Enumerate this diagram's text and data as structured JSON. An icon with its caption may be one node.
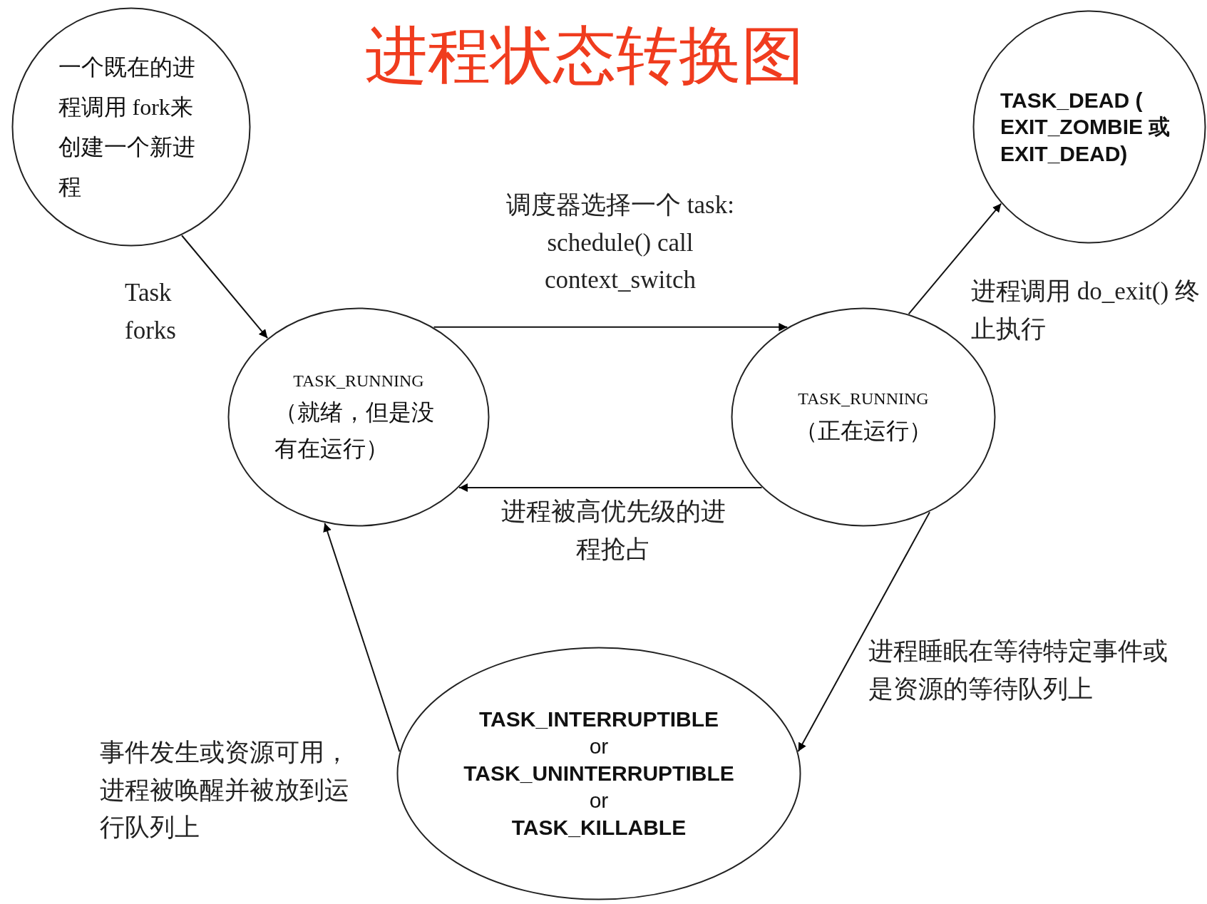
{
  "diagram": {
    "title": "进程状态转换图",
    "nodes": [
      {
        "text": [
          "一个既在的进程调用 fork来创建一个新进程"
        ]
      },
      {
        "text": [
          "TASK_RUNNING",
          "（就绪，但是没有在运行）"
        ]
      },
      {
        "text": [
          "TASK_RUNNING",
          "（正在运行）"
        ]
      },
      {
        "text": [
          "TASK_DEAD ( EXIT_ZOMBIE 或EXIT_DEAD)"
        ]
      },
      {
        "text": [
          "**TASK_INTERRUPTIBLE** or **TASK_UNINTERRUPTIBLE** or **TASK_KILLABLE**"
        ]
      }
    ],
    "edges": [
      {
        "from": 0,
        "to": 1,
        "arrow": "to",
        "label": "Task forks"
      },
      {
        "from": 1,
        "to": 2,
        "arrow": "to",
        "label": "调度器选择一个 task: schedule() call context_switch"
      },
      {
        "from": 2,
        "to": 1,
        "arrow": "to",
        "label": "进程被高优先级的进程抢占"
      },
      {
        "from": 2,
        "to": 3,
        "arrow": "to",
        "label": "进程调用 do_exit() 终止执行"
      },
      {
        "from": 2,
        "to": 4,
        "arrow": "to",
        "label": "进程睡眠在等待特定事件或是资源的等待队列上"
      },
      {
        "from": 4,
        "to": 1,
        "arrow": "to",
        "label": "事件发生或资源可用，进程被唤醒并被放到运行队列上"
      }
    ]
  }
}
